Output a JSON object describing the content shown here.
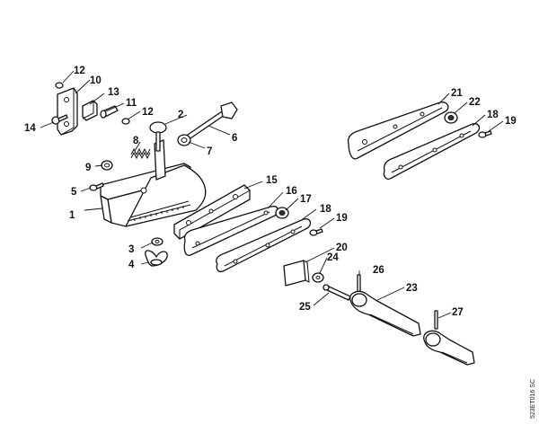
{
  "figure_code": "523ET016 SC",
  "callouts": [
    {
      "id": "c1",
      "text": "1"
    },
    {
      "id": "c2",
      "text": "2"
    },
    {
      "id": "c3",
      "text": "3"
    },
    {
      "id": "c4",
      "text": "4"
    },
    {
      "id": "c5",
      "text": "5"
    },
    {
      "id": "c6",
      "text": "6"
    },
    {
      "id": "c7",
      "text": "7"
    },
    {
      "id": "c8",
      "text": "8"
    },
    {
      "id": "c9",
      "text": "9"
    },
    {
      "id": "c10",
      "text": "10"
    },
    {
      "id": "c11",
      "text": "11"
    },
    {
      "id": "c12a",
      "text": "12"
    },
    {
      "id": "c12b",
      "text": "12"
    },
    {
      "id": "c13",
      "text": "13"
    },
    {
      "id": "c14",
      "text": "14"
    },
    {
      "id": "c15",
      "text": "15"
    },
    {
      "id": "c16",
      "text": "16"
    },
    {
      "id": "c17",
      "text": "17"
    },
    {
      "id": "c18a",
      "text": "18"
    },
    {
      "id": "c18b",
      "text": "18"
    },
    {
      "id": "c19a",
      "text": "19"
    },
    {
      "id": "c19b",
      "text": "19"
    },
    {
      "id": "c20",
      "text": "20"
    },
    {
      "id": "c21",
      "text": "21"
    },
    {
      "id": "c22",
      "text": "22"
    },
    {
      "id": "c23",
      "text": "23"
    },
    {
      "id": "c24",
      "text": "24"
    },
    {
      "id": "c25",
      "text": "25"
    },
    {
      "id": "c26",
      "text": "26"
    },
    {
      "id": "c27",
      "text": "27"
    }
  ]
}
